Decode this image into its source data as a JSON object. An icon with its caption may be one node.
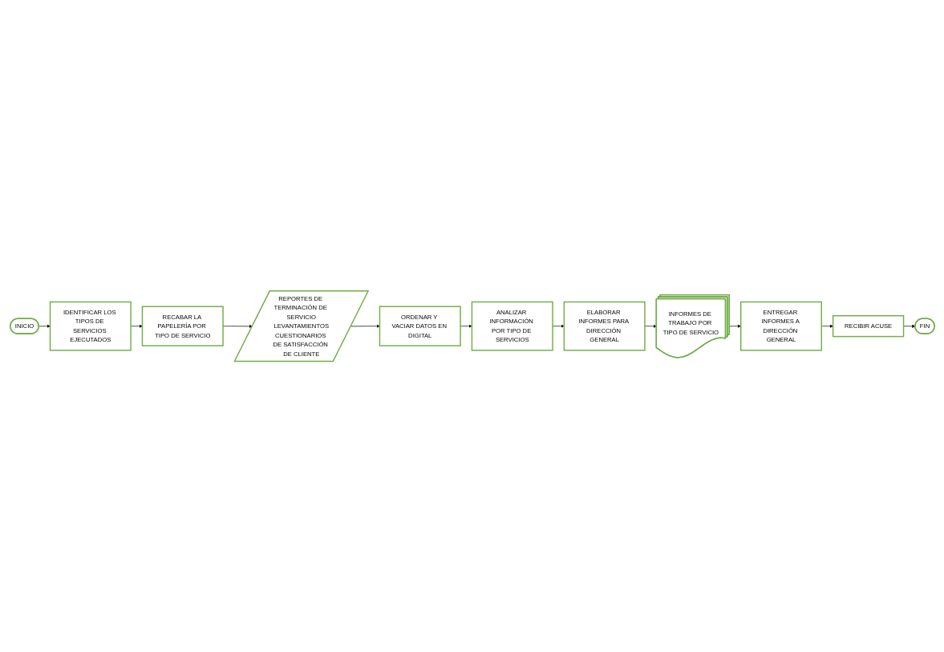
{
  "diagram": {
    "nodes": [
      {
        "text": [
          "INICIO"
        ]
      },
      {
        "text": [
          "IDENTIFICAR LOS TIPOS DE SERVICIOS EJECUTADOS"
        ]
      },
      {
        "text": [
          "RECABAR LA PAPELERÍA POR TIPO DE SERVICIO"
        ]
      },
      {
        "text": [
          "REPORTES DE TERMINACIÓN DE SERVICIO",
          "LEVANTAMIENTOS",
          "CUESTIONARIOS DE SATISFACCIÓN DE CLIENTE"
        ]
      },
      {
        "text": [
          "ORDENAR Y VACIAR DATOS EN DIGITAL"
        ]
      },
      {
        "text": [
          "ANALIZAR INFORMACIÓN POR TIPO DE SERVICIOS"
        ]
      },
      {
        "text": [
          "ELABORAR INFORMES PARA DIRECCIÓN GENERAL"
        ]
      },
      {
        "text": [
          "INFORMES DE TRABAJO POR TIPO DE SERVICIO"
        ]
      },
      {
        "text": [
          "ENTREGAR INFORMES A DIRECCIÓN GENERAL"
        ]
      },
      {
        "text": [
          "RECIBIR ACUSE"
        ]
      },
      {
        "text": [
          "FIN"
        ]
      }
    ],
    "edges": [
      {
        "from": 0,
        "to": 1,
        "arrow": "to"
      },
      {
        "from": 1,
        "to": 2,
        "arrow": "to"
      },
      {
        "from": 2,
        "to": 3,
        "arrow": "to"
      },
      {
        "from": 3,
        "to": 4,
        "arrow": "to"
      },
      {
        "from": 4,
        "to": 5,
        "arrow": "to"
      },
      {
        "from": 5,
        "to": 6,
        "arrow": "to"
      },
      {
        "from": 6,
        "to": 7,
        "arrow": "to"
      },
      {
        "from": 7,
        "to": 8,
        "arrow": "to"
      },
      {
        "from": 8,
        "to": 9,
        "arrow": "to"
      },
      {
        "from": 9,
        "to": 10,
        "arrow": "to"
      }
    ]
  }
}
